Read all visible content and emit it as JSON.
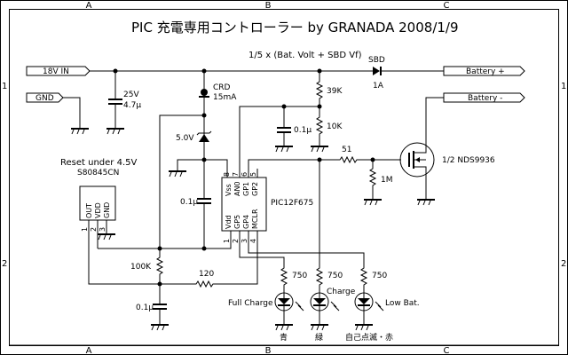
{
  "title": "PIC 充電専用コントローラー by GRANADA 2008/1/9",
  "formula_note": "1/5 x (Bat. Volt + SBD Vf)",
  "frame": {
    "col_labels": [
      "A",
      "B",
      "C"
    ],
    "row_labels": [
      "1",
      "2"
    ]
  },
  "ports": {
    "in_18v": "18V IN",
    "gnd": "GND",
    "battery_plus": "Battery +",
    "battery_minus": "Battery -"
  },
  "components": {
    "c_input": {
      "voltage": "25V",
      "value": "4.7μ"
    },
    "crd": {
      "name": "CRD",
      "value": "15mA"
    },
    "zener": {
      "value": "5.0V"
    },
    "c_pic": {
      "value": "0.1μ"
    },
    "sbd": {
      "name": "SBD",
      "value": "1A"
    },
    "r_39k": {
      "value": "39K"
    },
    "r_10k": {
      "value": "10K"
    },
    "c_div": {
      "value": "0.1μ"
    },
    "r_51": {
      "value": "51"
    },
    "r_1m": {
      "value": "1M"
    },
    "mosfet": {
      "value": "1/2 NDS9936"
    },
    "reset_ic": {
      "note": "Reset under 4.5V",
      "part": "S80845CN",
      "pins": [
        "OUT",
        "VDD",
        "GND"
      ],
      "pin_numbers": [
        "1",
        "2",
        "3"
      ]
    },
    "pic": {
      "part": "PIC12F675",
      "top_pins": [
        "Vss",
        "AN0",
        "GP1",
        "GP2"
      ],
      "top_numbers": [
        "8",
        "7",
        "6",
        "5"
      ],
      "bottom_pins": [
        "Vdd",
        "GP5",
        "GP4",
        "MCLR"
      ],
      "bottom_numbers": [
        "1",
        "2",
        "3",
        "4"
      ]
    },
    "r_100k": {
      "value": "100K"
    },
    "r_120": {
      "value": "120"
    },
    "c_reset": {
      "value": "0.1μ"
    },
    "led_r": {
      "value": "750"
    },
    "leds": [
      {
        "label": "Full Charge",
        "color": "青"
      },
      {
        "label": "Charge",
        "color": "緑"
      },
      {
        "label": "Low Bat.",
        "color": "自己点滅・赤"
      }
    ]
  }
}
